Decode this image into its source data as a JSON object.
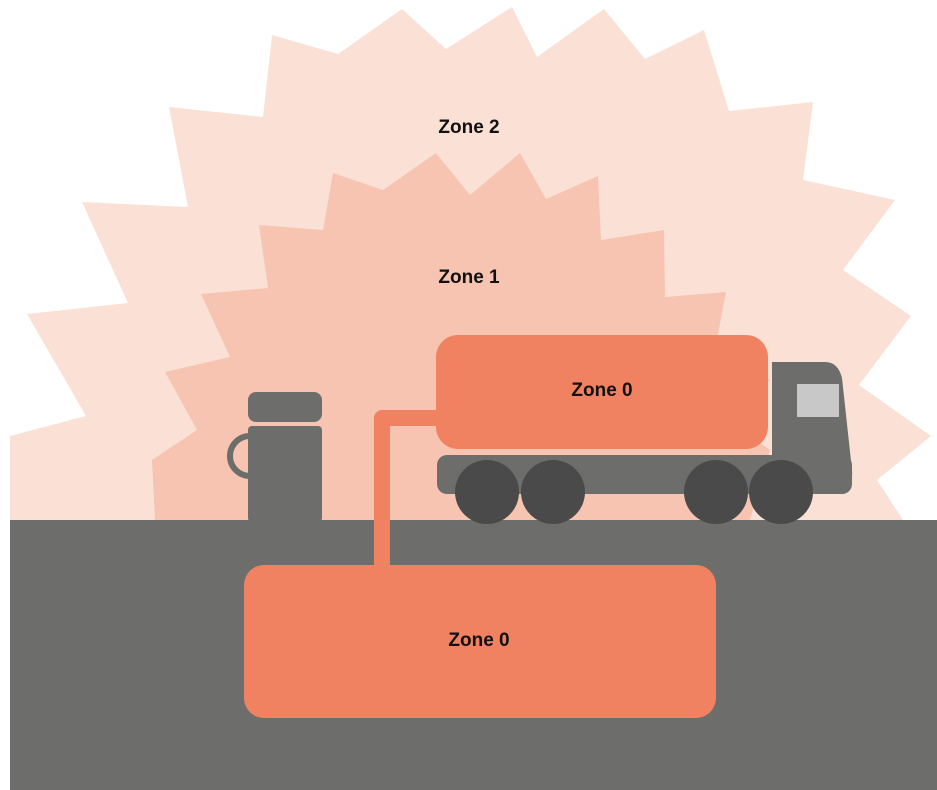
{
  "diagram": {
    "zones": {
      "zone2_label": "Zone 2",
      "zone1_label": "Zone 1",
      "tanker_zone_label": "Zone 0",
      "underground_zone_label": "Zone 0"
    },
    "colors": {
      "zone2_fill": "#fbe0d6",
      "zone1_fill": "#f7c4b1",
      "zone0_fill": "#f08262",
      "ground": "#6d6d6b",
      "vehicle_gray": "#6d6d6b",
      "wheel": "#4a4a4a",
      "window": "#c8c8c8"
    },
    "icons": [
      "fuel-dispenser-icon",
      "tanker-truck-icon",
      "underground-tank-icon"
    ]
  }
}
